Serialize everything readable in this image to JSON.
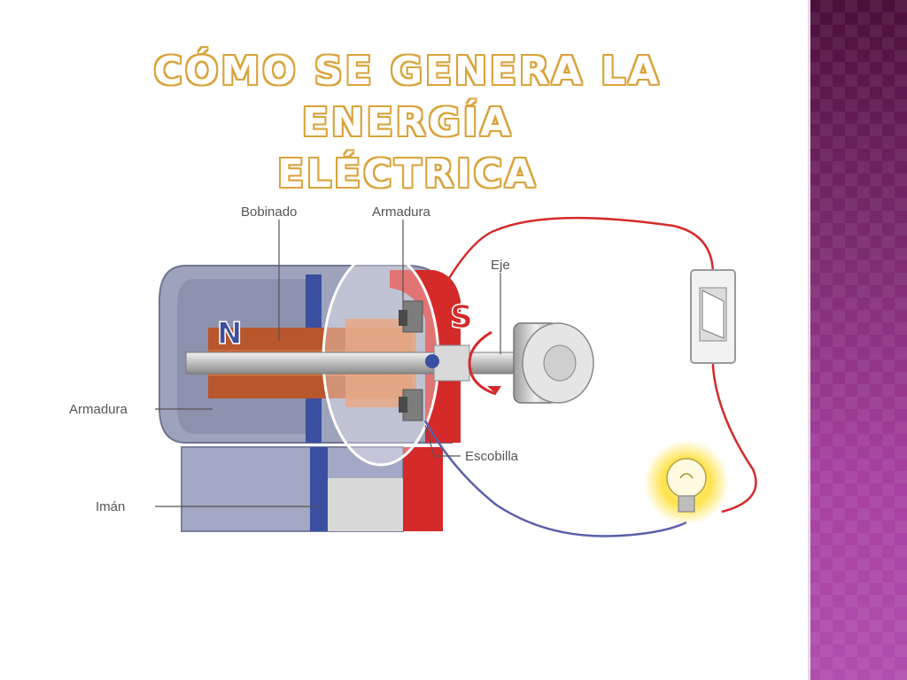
{
  "slide": {
    "title_line1": "CÓMO SE GENERA LA ENERGÍA",
    "title_line2": "ELÉCTRICA"
  },
  "diagram": {
    "labels": {
      "bobinado": "Bobinado",
      "armadura_top": "Armadura",
      "eje": "Eje",
      "armadura_left": "Armadura",
      "escobilla": "Escobilla",
      "iman": "Imán",
      "pole_n": "N",
      "pole_s": "S"
    }
  },
  "colors": {
    "title_outline": "#d9a33a",
    "sidebar_top": "#4b0f3a",
    "sidebar_bottom": "#b04fae",
    "wire_red": "#d42a2a",
    "wire_blue": "#5a5fa8",
    "pole_n": "#3a4fa0",
    "pole_s": "#d42a2a"
  }
}
